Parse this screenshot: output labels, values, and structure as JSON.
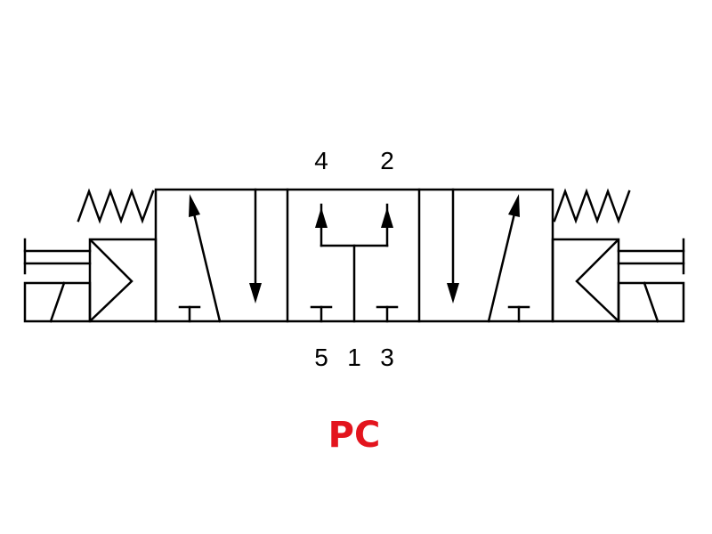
{
  "diagram": {
    "ports": {
      "p4": "4",
      "p2": "2",
      "p5": "5",
      "p1": "1",
      "p3": "3"
    },
    "caption": "PC"
  },
  "colors": {
    "line": "#000000",
    "caption": "#e3151e"
  }
}
